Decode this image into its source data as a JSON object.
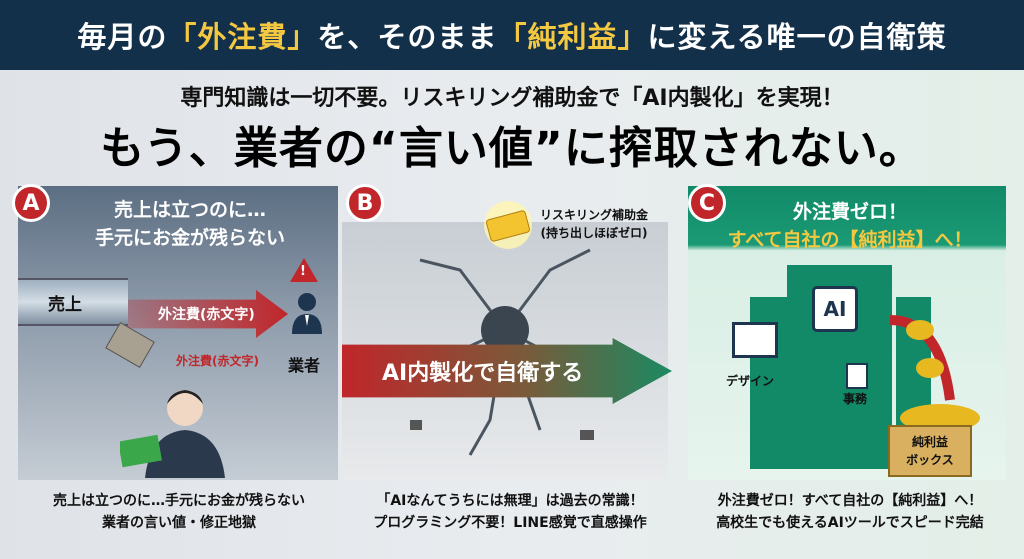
{
  "header": {
    "pre": "毎月の",
    "q1": "「外注費」",
    "mid": "を、そのまま",
    "q2": "「純利益」",
    "post": "に変える唯一の自衛策"
  },
  "subtitle": "専門知識は一切不要。リスキリング補助金で「AI内製化」を実現！",
  "main_title": "もう、業者の“言い値”に搾取されない。",
  "panel_a": {
    "badge": "A",
    "title_line1": "売上は立つのに…",
    "title_line2": "手元にお金が残らない",
    "pipe_label": "売上",
    "arrow_label": "外注費(赤文字)",
    "money_label": "外注費(赤文字)",
    "vendor_label": "業者",
    "alert": "!",
    "caption_line1": "売上は立つのに…手元にお金が残らない",
    "caption_line2": "業者の言い値・修正地獄"
  },
  "panel_b": {
    "badge": "B",
    "ticket_label_line1": "リスキリング補助金",
    "ticket_label_line2": "(持ち出しほぼゼロ)",
    "arrow_label": "AI内製化で自衛する",
    "caption_line1": "「AIなんてうちには無理」は過去の常識！",
    "caption_line2": "プログラミング不要！LINE感覚で直感操作"
  },
  "panel_c": {
    "badge": "C",
    "title_line1": "外注費ゼロ！",
    "title_line2": "すべて自社の【純利益】へ！",
    "chip_label": "AI",
    "design_label": "デザイン",
    "office_label": "事務",
    "box_line1": "純利益",
    "box_line2": "ボックス",
    "caption_line1": "外注費ゼロ！すべて自社の【純利益】へ！",
    "caption_line2": "高校生でも使えるAIツールでスピード完結"
  },
  "colors": {
    "navy": "#12304a",
    "accent_yellow": "#f5c842",
    "red": "#c0262a",
    "green": "#128a68"
  }
}
